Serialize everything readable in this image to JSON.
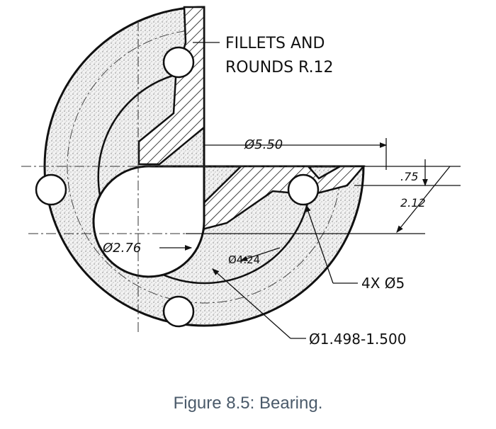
{
  "figure": {
    "caption": "Figure 8.5: Bearing."
  },
  "drawing": {
    "subject": "Bearing",
    "notes": {
      "fillets_line1": "FILLETS AND",
      "fillets_line2": "ROUNDS R.12"
    },
    "dimensions": {
      "dia_550": "Ø5.50",
      "dim_075": ".75",
      "dim_212": "2.12",
      "dia_276": "Ø2.76",
      "dia_424": "Ø4.24",
      "holes": "4X Ø5",
      "bore": "Ø1.498-1.500"
    }
  }
}
